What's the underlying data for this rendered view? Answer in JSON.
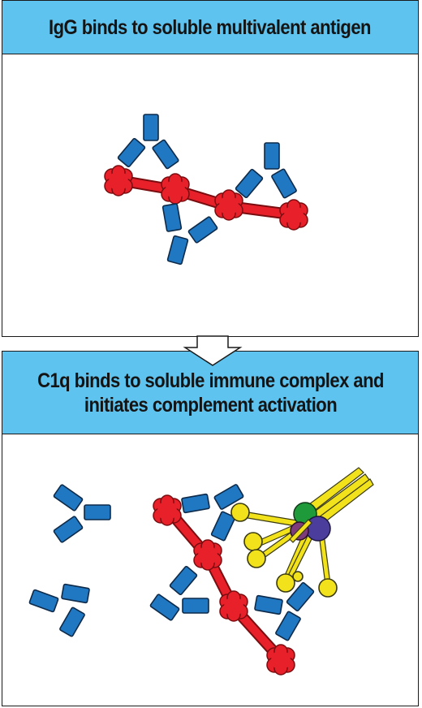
{
  "panels": {
    "top": {
      "title": "IgG binds to soluble multivalent antigen"
    },
    "bottom": {
      "title_line1": "C1q binds to soluble immune complex and",
      "title_line2": "initiates complement activation"
    }
  },
  "colors": {
    "header_bg": "#5ec3ef",
    "antibody": "#1f78c1",
    "antigen": "#e8202a",
    "c1q_heads": "#f2e21c",
    "c1q_green": "#1e9a3a",
    "c1q_purple": "#4b3d9b"
  },
  "icons": [
    "igg-antibody-icon",
    "antigen-chain-icon",
    "c1q-molecule-icon",
    "down-arrow-icon"
  ]
}
